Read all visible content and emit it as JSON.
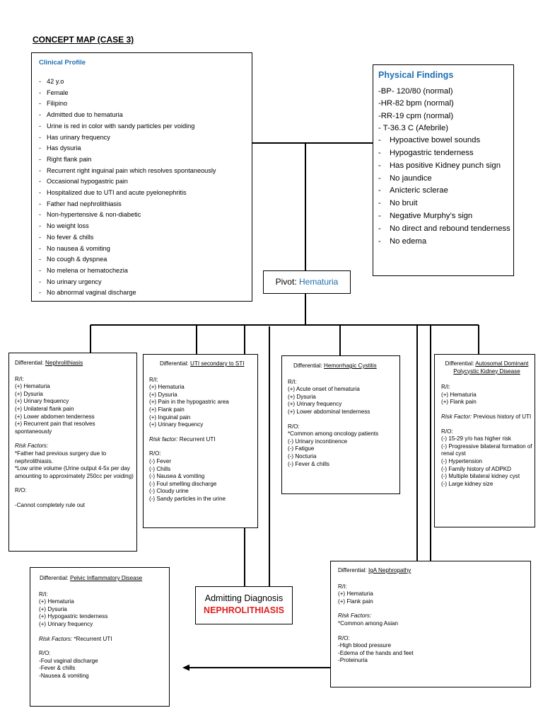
{
  "title": "CONCEPT MAP (CASE 3)",
  "colors": {
    "heading_blue": "#1f6fb2",
    "diagnosis_red": "#e02020",
    "line": "#000000"
  },
  "clinical_profile": {
    "heading": "Clinical Profile",
    "items": [
      "42 y.o",
      "Female",
      "Filipino",
      "Admitted due to hematuria",
      "Urine is red in color with sandy particles per voiding",
      "Has urinary frequency",
      "Has dysuria",
      "Right flank pain",
      "Recurrent right inguinal pain which resolves spontaneously",
      "Occasional hypogastric pain",
      "Hospitalized due to UTI and acute pyelonephritis",
      "Father had nephrolithiasis",
      "Non-hypertensive & non-diabetic",
      "No weight loss",
      "No fever & chills",
      "No nausea & vomiting",
      "No cough & dyspnea",
      "No melena or hematochezia",
      "No urinary urgency",
      "No abnormal vaginal discharge"
    ]
  },
  "physical_findings": {
    "heading": "Physical Findings",
    "vitals": [
      "-BP- 120/80 (normal)",
      "-HR-82 bpm (normal)",
      "-RR-19 cpm (normal)",
      "- T-36.3 C (Afebrile)"
    ],
    "items": [
      "Hypoactive bowel sounds",
      "Hypogastric tenderness",
      "Has positive Kidney punch sign",
      "No jaundice",
      "Anicteric sclerae",
      "No bruit",
      "Negative Murphy’s sign",
      "No direct and rebound tenderness",
      "No edema"
    ]
  },
  "pivot": {
    "label": "Pivot: ",
    "value": "Hematuria"
  },
  "differential_prefix": "Differential: ",
  "nephrolithiasis": {
    "name": "Nephrolithiasis",
    "ri_label": "R/I:",
    "ri": [
      "(+) Hematuria",
      "(+) Dysuria",
      "(+) Urinary frequency",
      "(+) Unilateral flank pain",
      "(+) Lower abdomen tenderness",
      "(+) Recurrent pain that resolves spontaneously"
    ],
    "risk_label": "Risk Factors:",
    "risk": [
      "*Father had previous surgery due to nephrolithiasis.",
      "*Low urine volume (Urine output 4-5x per day amounting to approximately 250cc per voiding)"
    ],
    "ro_label": "R/O:",
    "ro": [
      "-Cannot completely rule out"
    ]
  },
  "uti": {
    "name": "UTI secondary to STI",
    "ri_label": "R/I:",
    "ri": [
      "(+) Hematuria",
      "(+) Dysuria",
      "(+) Pain in the hypogastric area",
      "(+) Flank pain",
      "(+) Inguinal pain",
      "(+) Urinary frequency"
    ],
    "risk_label": "Risk factor:",
    "risk": " Recurrent UTI",
    "ro_label": "R/O:",
    "ro": [
      "(-) Fever",
      "(-) Chills",
      "(-) Nausea & vomiting",
      "(-) Foul smelling discharge",
      "(-) Cloudy urine",
      "(-) Sandy particles in the urine"
    ]
  },
  "hemorrhagic_cystitis": {
    "name": "Hemorrhagic Cystitis",
    "ri_label": "R/I:",
    "ri": [
      "(+) Acute onset of hematuria",
      "(+) Dysuria",
      "(+) Urinary frequency",
      "(+) Lower abdominal tenderness"
    ],
    "ro_label": "R/O:",
    "ro": [
      "*Common among oncology patients",
      "(-) Urinary incontinence",
      "(-) Fatigue",
      "(-) Nocturia",
      "(-) Fever & chills"
    ]
  },
  "adpkd": {
    "name": "Autosomal Dominant Polycystic Kidney Disease",
    "ri_label": "R/I:",
    "ri": [
      "(+) Hematuria",
      "(+) Flank pain"
    ],
    "risk_label": "Risk Factor:",
    "risk": " Previous history of UTI",
    "ro_label": "R/O:",
    "ro": [
      "(-) 15-29 y/o has higher risk",
      "(-) Progressive bilateral formation of renal cyst",
      "(-) Hypertension",
      "(-) Family history of ADPKD",
      "(-) Multiple bilateral kidney cyst",
      "(-) Large kidney size"
    ]
  },
  "pid": {
    "name": "Pelvic Inflammatory Disease",
    "ri_label": "R/I:",
    "ri": [
      "(+) Hematuria",
      "(+) Dysuria",
      "(+) Hypogastric tenderness",
      "(+) Urinary frequency"
    ],
    "risk_label": "Risk Factors:",
    "risk": " *Recurrent UTI",
    "ro_label": "R/O:",
    "ro": [
      "-Foul vaginal discharge",
      "-Fever & chills",
      "-Nausea & vomiting"
    ]
  },
  "iga": {
    "name": "IgA Nephropathy",
    "ri_label": "R/I:",
    "ri": [
      "(+) Hematuria",
      "(+) Flank pain"
    ],
    "risk_label": "Risk Factors:",
    "risk": "*Common among Asian",
    "ro_label": "R/O:",
    "ro": [
      "-High blood pressure",
      "-Edema of the hands and feet",
      "-Proteinuria"
    ]
  },
  "admitting": {
    "label": "Admitting Diagnosis",
    "diagnosis": "NEPHROLITHIASIS"
  }
}
